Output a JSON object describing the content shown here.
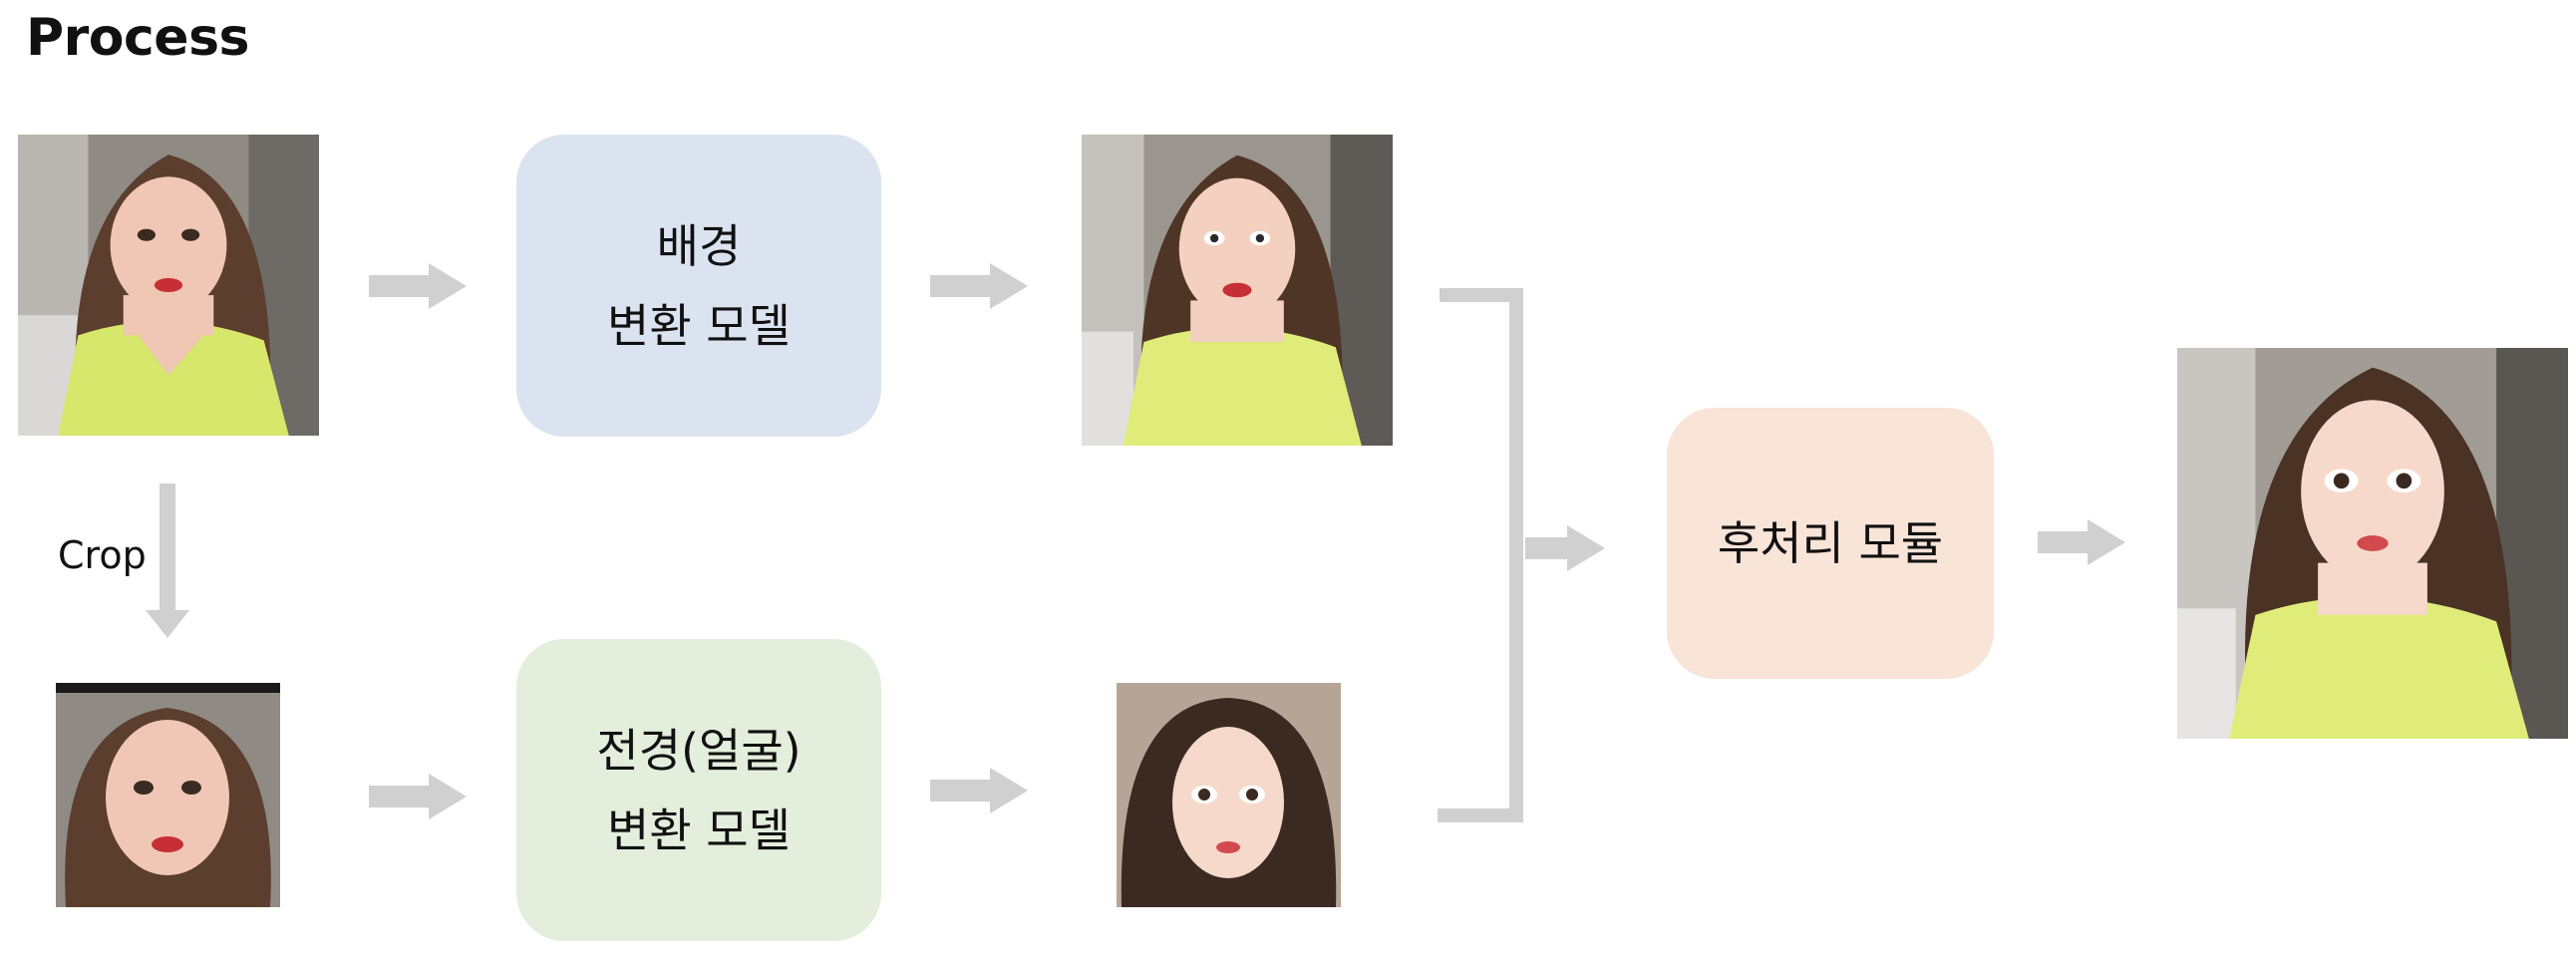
{
  "title": "Process",
  "crop_label": "Crop",
  "modules": {
    "background": {
      "line1": "배경",
      "line2": "변환 모델",
      "color": "#dce3f0"
    },
    "foreground": {
      "line1": "전경(얼굴)",
      "line2": "변환 모델",
      "color": "#e3eedc"
    },
    "postprocess": {
      "label": "후처리 모듈",
      "color": "#f9e4d8"
    }
  },
  "colors": {
    "arrow": "#d0d0d0"
  },
  "images": [
    "input-photo",
    "cropped-face-photo",
    "converted-background-image",
    "converted-face-image",
    "final-result-image"
  ]
}
